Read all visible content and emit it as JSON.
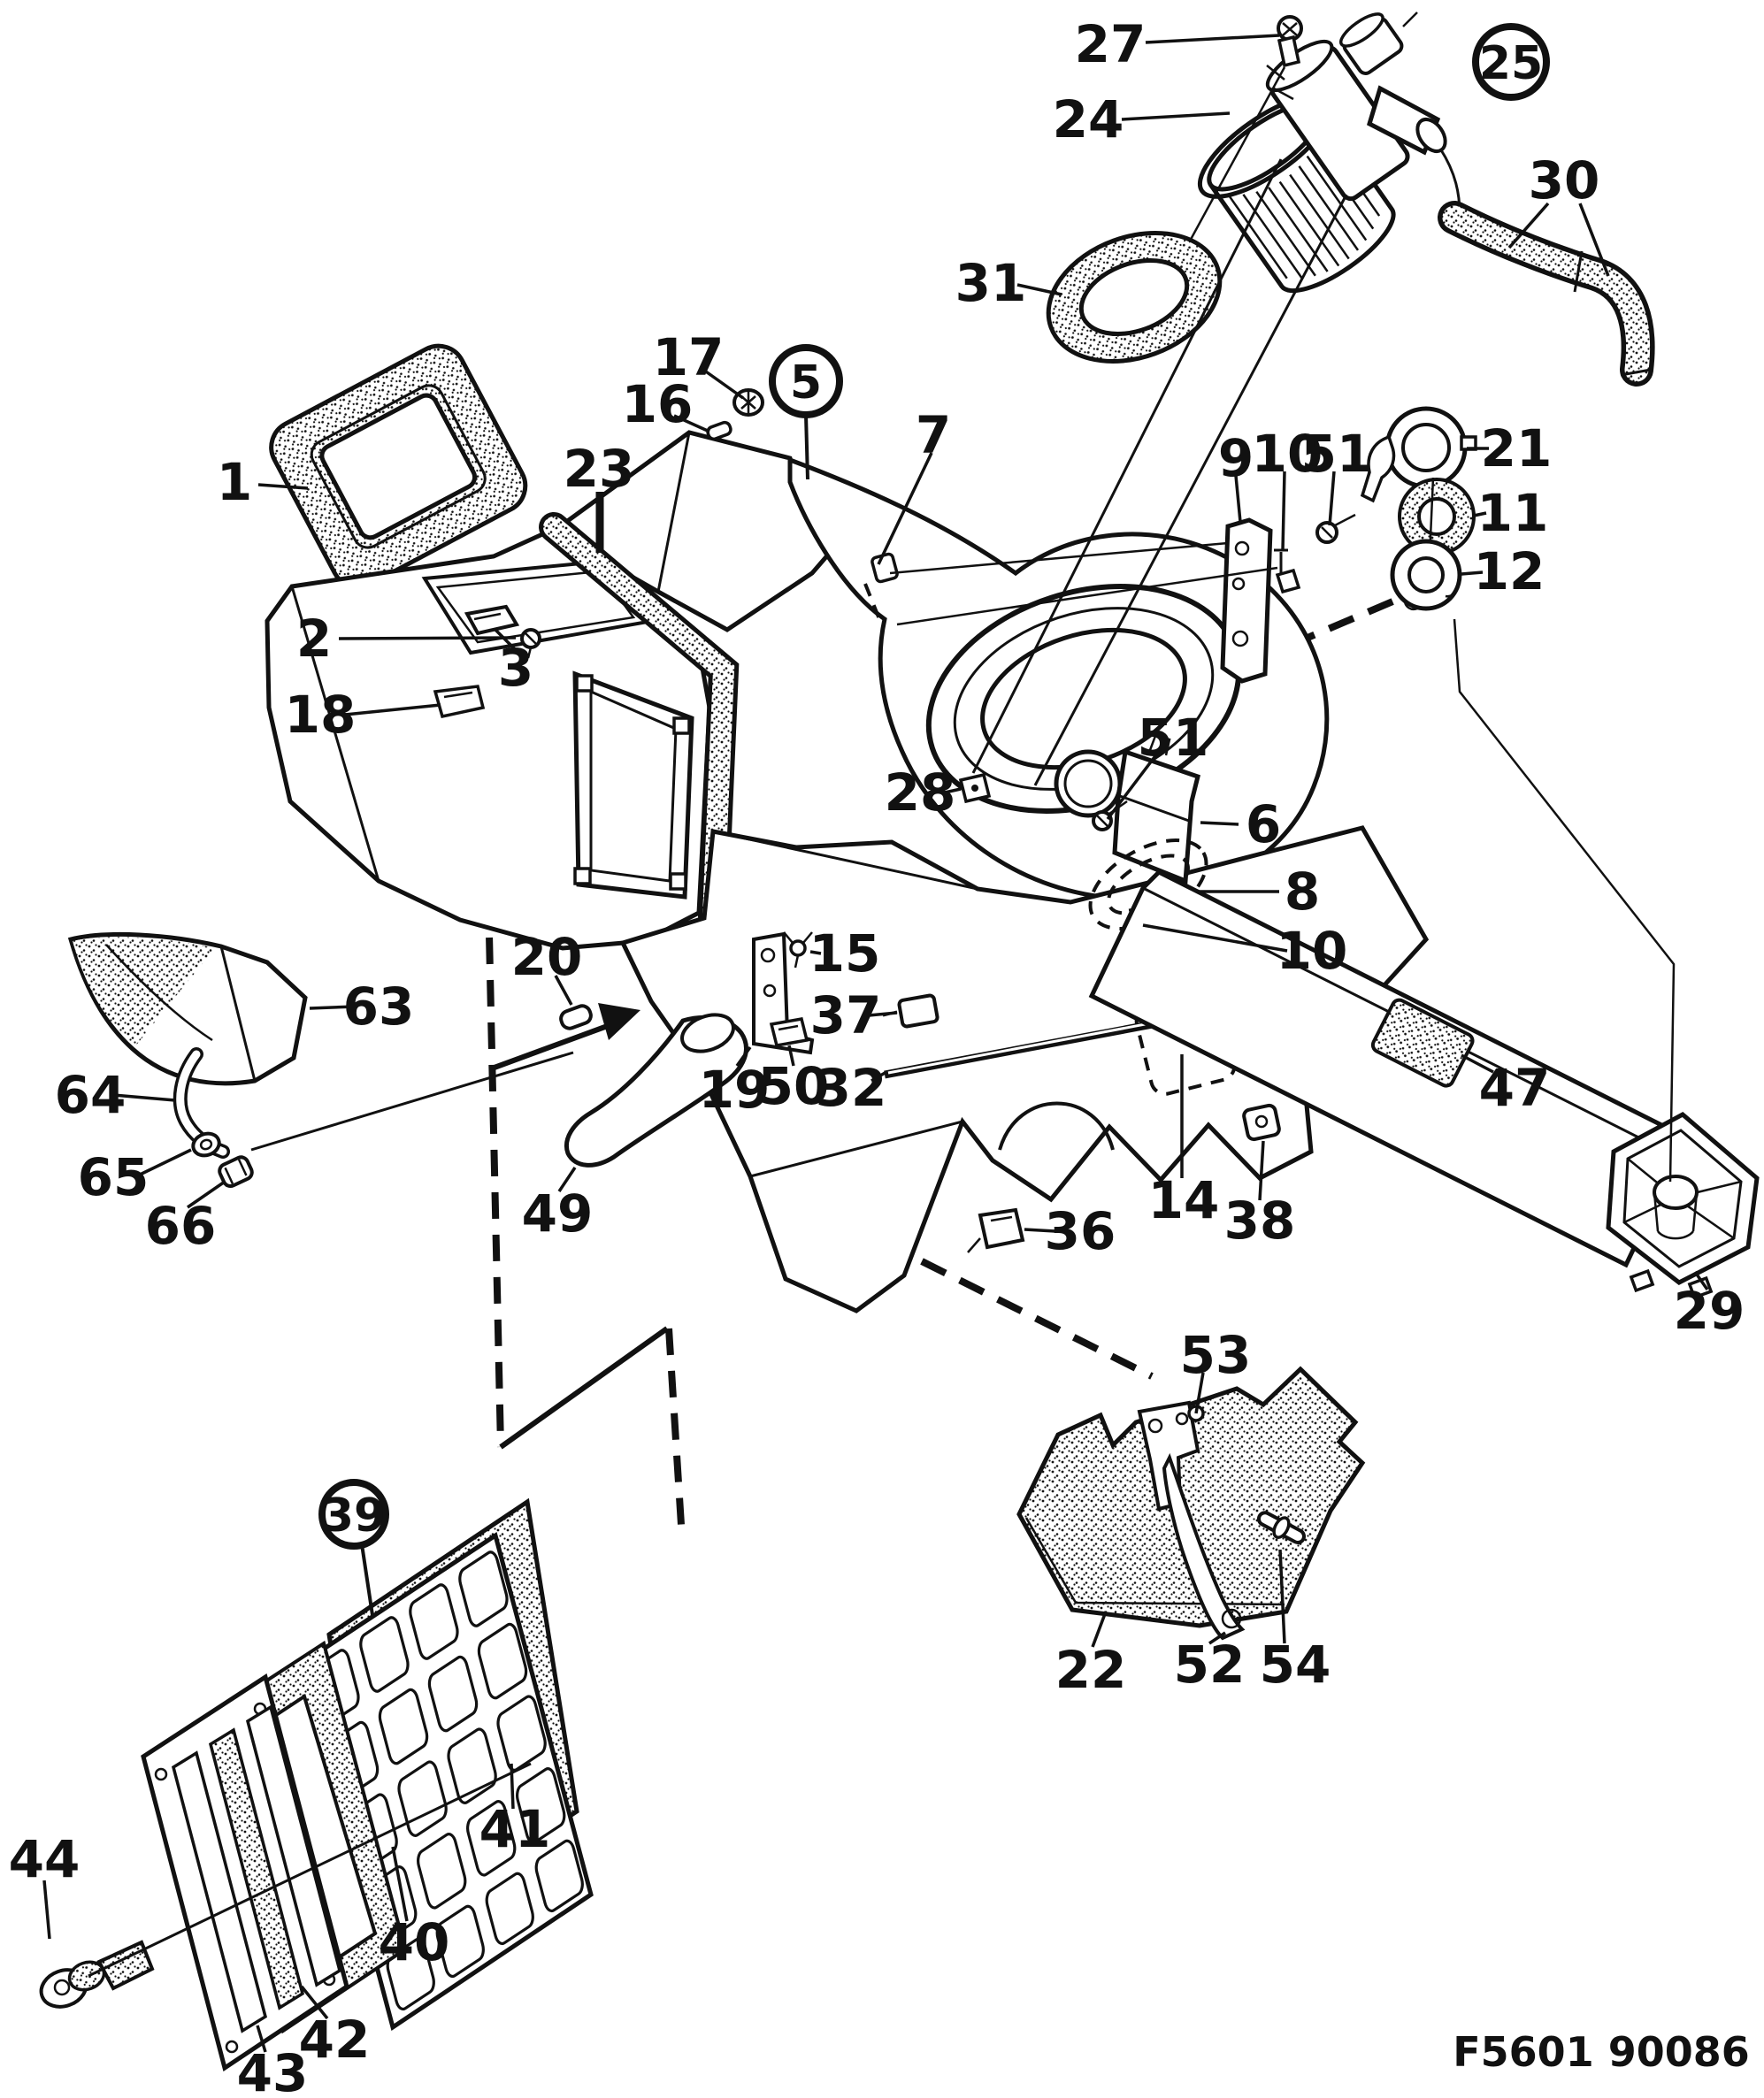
{
  "figure": {
    "code": "F5601 90086",
    "kind": "exploded-parts-diagram",
    "ink_color": "#111111",
    "paper_color": "#ffffff",
    "circled_refs": [
      "5",
      "25",
      "39"
    ]
  },
  "callouts": {
    "n1": "1",
    "n2": "2",
    "n3": "3",
    "n5": "5",
    "n6": "6",
    "n7": "7",
    "n8": "8",
    "n9": "9",
    "n10a": "10",
    "n10b": "10",
    "n11": "11",
    "n12": "12",
    "n14": "14",
    "n15": "15",
    "n16": "16",
    "n17": "17",
    "n18": "18",
    "n19": "19",
    "n20": "20",
    "n21": "21",
    "n22": "22",
    "n23": "23",
    "n24": "24",
    "n25": "25",
    "n27": "27",
    "n28": "28",
    "n29": "29",
    "n30": "30",
    "n31": "31",
    "n32": "32",
    "n36": "36",
    "n37": "37",
    "n38": "38",
    "n39": "39",
    "n40": "40",
    "n41": "41",
    "n42": "42",
    "n43": "43",
    "n44": "44",
    "n47": "47",
    "n49": "49",
    "n50": "50",
    "n51a": "51",
    "n51b": "51",
    "n52": "52",
    "n53": "53",
    "n54": "54",
    "n63": "63",
    "n64": "64",
    "n65": "65",
    "n66": "66"
  }
}
